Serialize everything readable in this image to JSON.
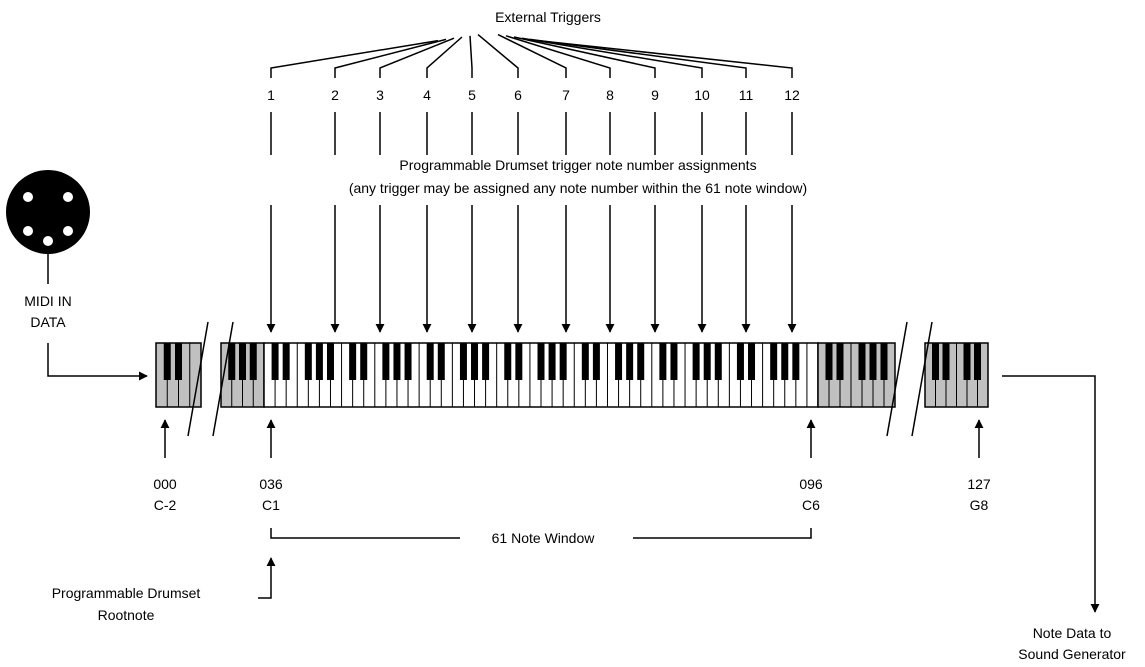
{
  "title": "External Triggers",
  "triggers": [
    "1",
    "2",
    "3",
    "4",
    "5",
    "6",
    "7",
    "8",
    "9",
    "10",
    "11",
    "12"
  ],
  "assign_caption": {
    "line1": "Programmable Drumset trigger note number assignments",
    "line2": "(any trigger may  be assigned any note number within the 61 note window)"
  },
  "midi_in": {
    "line1": "MIDI IN",
    "line2": "DATA"
  },
  "markers": [
    {
      "number": "000",
      "note": "C-2"
    },
    {
      "number": "036",
      "note": "C1"
    },
    {
      "number": "096",
      "note": "C6"
    },
    {
      "number": "127",
      "note": "G8"
    }
  ],
  "window_label": "61 Note Window",
  "rootnote": {
    "line1": "Programmable Drumset",
    "line2": "Rootnote"
  },
  "output": {
    "line1": "Note Data to",
    "line2": "Sound Generator"
  },
  "colors": {
    "out_of_window": "#c0c0c0",
    "in_window": "#ffffff",
    "black_key": "#000000"
  }
}
